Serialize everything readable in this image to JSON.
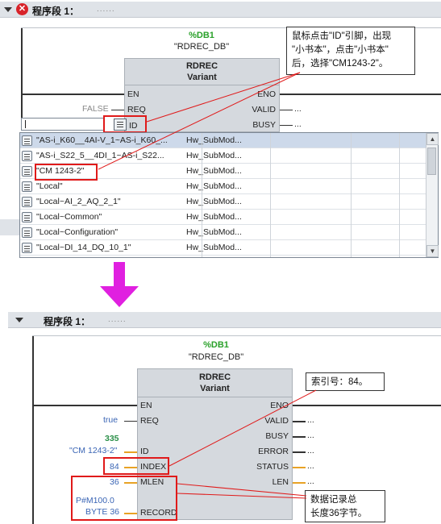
{
  "top_section": {
    "segment_title": "程序段 1：",
    "segment_comment": "......",
    "db_address": "%DB1",
    "db_name": "\"RDREC_DB\"",
    "block_name": "RDREC",
    "block_subtitle": "Variant",
    "pins_left": [
      "EN",
      "REQ",
      "ID"
    ],
    "pins_right": [
      "ENO",
      "VALID",
      "BUSY"
    ],
    "req_value": "FALSE",
    "output_placeholder": "...",
    "callout_lines": [
      "鼠标点击\"ID\"引脚，出现",
      "\"小书本\"，点击\"小书本\"",
      "后，选择\"CM1243-2\"。"
    ]
  },
  "dropdown": {
    "rows": [
      {
        "name": "\"AS-i_K60__4AI-V_1~AS-i_K60_...",
        "type": "Hw_SubMod..."
      },
      {
        "name": "\"AS-i_S22_5__4DI_1~AS-i_S22...",
        "type": "Hw_SubMod..."
      },
      {
        "name": "\"CM 1243-2\"",
        "type": "Hw_SubMod..."
      },
      {
        "name": "\"Local\"",
        "type": "Hw_SubMod..."
      },
      {
        "name": "\"Local~AI_2_AQ_2_1\"",
        "type": "Hw_SubMod..."
      },
      {
        "name": "\"Local~Common\"",
        "type": "Hw_SubMod..."
      },
      {
        "name": "\"Local~Configuration\"",
        "type": "Hw_SubMod..."
      },
      {
        "name": "\"Local~DI_14_DQ_10_1\"",
        "type": "Hw_SubMod..."
      }
    ],
    "selected_index": 0,
    "highlighted_name": "\"CM 1243-2\""
  },
  "bottom_section": {
    "segment_title": "程序段 1：",
    "segment_comment": "......",
    "db_address": "%DB1",
    "db_name": "\"RDREC_DB\"",
    "block_name": "RDREC",
    "block_subtitle": "Variant",
    "pins_left": [
      "EN",
      "REQ",
      "ID",
      "INDEX",
      "MLEN",
      "RECORD"
    ],
    "pins_right": [
      "ENO",
      "VALID",
      "BUSY",
      "ERROR",
      "STATUS",
      "LEN"
    ],
    "req_value": "true",
    "id_value_number": "335",
    "id_value_name": "\"CM 1243-2\"",
    "index_value": "84",
    "mlen_value": "36",
    "record_value_line1": "P#M100.0",
    "record_value_line2": "BYTE 36",
    "output_placeholder": "...",
    "callout_index": "索引号：84。",
    "callout_len_lines": [
      "数据记录总",
      "长度36字节。"
    ]
  },
  "colors": {
    "header_bar": "#dfe3e8",
    "db_address_green": "#2aa12a",
    "error_red": "#d8232a",
    "highlight_red": "#e01a1a",
    "arrow_magenta": "#e020e0",
    "wire_orange": "#e8a225",
    "value_blue": "#3a65b5",
    "selected_row": "#cdd9ea"
  },
  "icons": {
    "error": "error-x-icon",
    "collapse": "collapse-triangle-icon",
    "browse": "book-browse-icon",
    "arrow": "down-arrow-icon"
  }
}
